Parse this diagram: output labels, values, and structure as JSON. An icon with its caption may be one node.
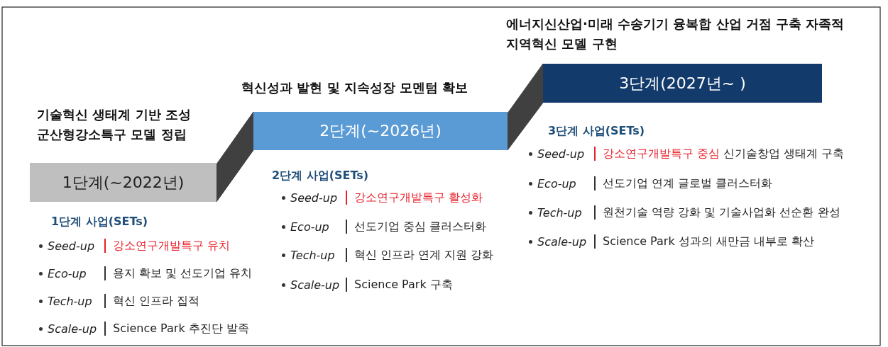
{
  "diagram": {
    "nodes": [
      {
        "text": [
          "기술혁신 생태계 기반 조성 군산형강소특구 모델 정립",
          "1단계(~2022년)"
        ]
      },
      {
        "text": [
          "혁신성과 발현 및 지속성장 모멘텀 확보",
          "2단계(~2026년)"
        ]
      },
      {
        "text": [
          "에너지신산업·미래 수송기기 융복합 산업 거점 구축 자족적 지역혁신 모델 구현",
          "3단계(2027년~ )"
        ]
      }
    ],
    "edges": [
      {
        "from": 0,
        "to": 1,
        "arrow": "none"
      },
      {
        "from": 1,
        "to": 2,
        "arrow": "none"
      }
    ],
    "labels": [
      "1단계 사업(SETs)",
      "Seed-up",
      "강소연구개발특구 유치",
      "Eco-up",
      "용지 확보 및 선도기업 유치",
      "Tech-up",
      "혁신 인프라 집적",
      "Scale-up",
      "Science Park 추진단 발족",
      "2단계 사업(SETs)",
      "Seed-up",
      "강소연구개발특구 활성화",
      "Eco-up",
      "선도기업 중심 클러스터화",
      "Tech-up",
      "혁신 인프라 연계 지원 강화",
      "Scale-up",
      "Science Park 구축",
      "3단계 사업(SETs)",
      "Seed-up",
      "강소연구개발특구 중심",
      "신기술창업 생태계 구축",
      "Eco-up",
      "선도기업 연계 글로벌 클러스터화",
      "Tech-up",
      "원천기술 역량 강화 및 기술사업화 선순환 완성",
      "Scale-up",
      "Science Park 성과의 새만금 내부로 확산"
    ]
  }
}
